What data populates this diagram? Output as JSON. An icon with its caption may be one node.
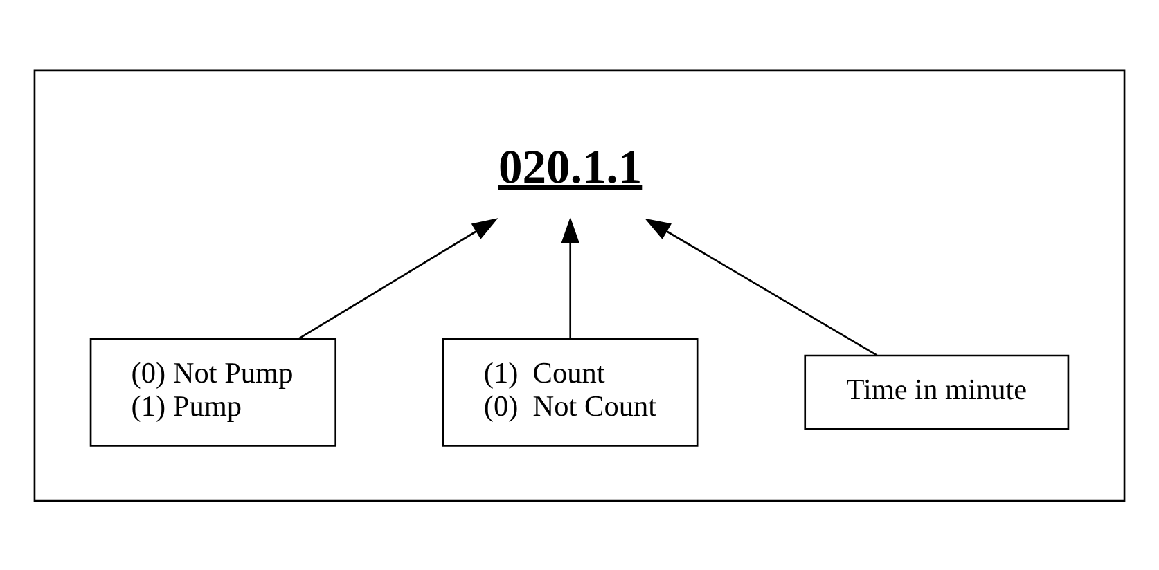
{
  "diagram": {
    "nodes": [
      {
        "text": [],
        "shape": "box"
      },
      {
        "text": [
          "020.1.1"
        ],
        "in": 0
      },
      {
        "text": [
          "Time in minute"
        ],
        "in": 0
      },
      {
        "text": [
          "(1)  Count",
          "(0)  Not Count"
        ],
        "in": 0
      },
      {
        "text": [
          "(0) Not Pump",
          "(1) Pump"
        ],
        "in": 0
      }
    ],
    "edges": [
      {
        "from": 2,
        "to": 1,
        "arrow": "to"
      },
      {
        "from": 4,
        "to": 1,
        "arrow": "to"
      },
      {
        "from": 3,
        "to": 1,
        "arrow": "to"
      }
    ]
  }
}
